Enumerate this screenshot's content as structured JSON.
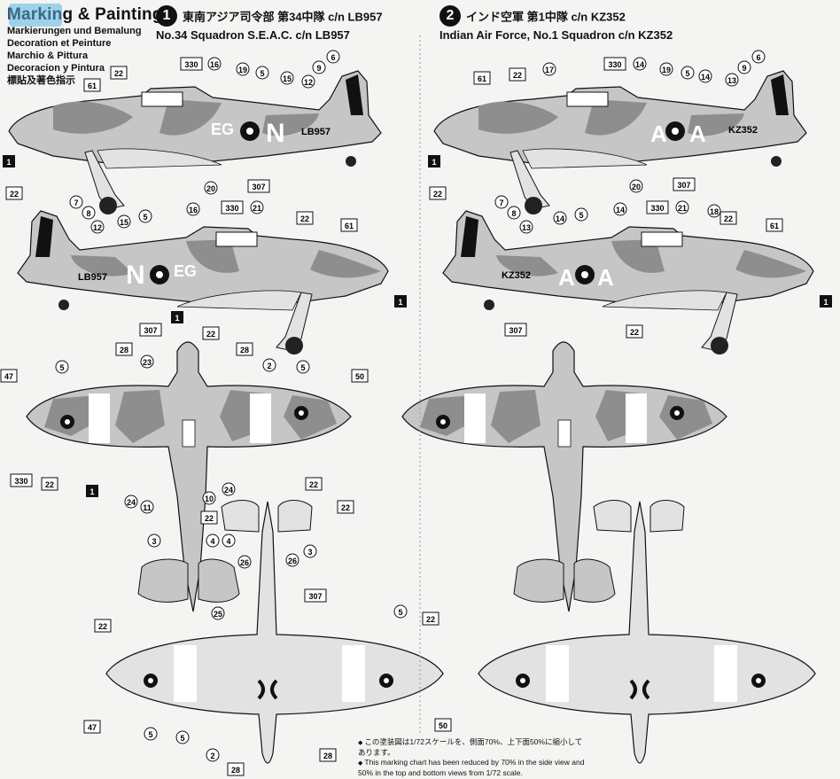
{
  "header": {
    "title": "Marking & Painting",
    "subtitle_lines": [
      "Markierungen und Bemalung",
      "Decoration et Peinture",
      "Marchio & Pittura",
      "Decoracion y Pintura",
      "標貼及著色指示"
    ]
  },
  "schemes": [
    {
      "number": "1",
      "title_jp": "東南アジア司令部 第34中隊 c/n LB957",
      "title_en": "No.34 Squadron S.E.A.C. c/n LB957",
      "code_left": "EG",
      "code_right": "N",
      "serial": "LB957"
    },
    {
      "number": "2",
      "title_jp": "インド空軍 第1中隊 c/n KZ352",
      "title_en": "Indian Air Force, No.1 Squadron c/n KZ352",
      "code_left": "A",
      "code_right": "A",
      "serial": "KZ352"
    }
  ],
  "notes": [
    "この塗装図は1/72スケールを、側面70%、上下面50%に縮小してあります。",
    "This marking chart has been reduced by 70% in the side view and 50% in the top and bottom views from 1/72 scale."
  ],
  "colors": {
    "dark_green": "#8e8e8e",
    "dark_earth": "#c6c6c6",
    "underside": "#e2e2e2",
    "ink": "#111111"
  },
  "refs_side1": [
    "330",
    "16",
    "19",
    "5",
    "15",
    "12",
    "9",
    "6",
    "22",
    "61",
    "1",
    "20",
    "307"
  ],
  "refs_side2": [
    "61",
    "22",
    "17",
    "330",
    "14",
    "19",
    "5",
    "14",
    "13",
    "9",
    "6",
    "1",
    "20",
    "307"
  ],
  "refs_side3": [
    "22",
    "7",
    "8",
    "12",
    "15",
    "5",
    "16",
    "330",
    "21",
    "22",
    "61",
    "1",
    "307",
    "22"
  ],
  "refs_side4": [
    "22",
    "7",
    "8",
    "13",
    "14",
    "5",
    "14",
    "330",
    "21",
    "18",
    "22",
    "61",
    "1",
    "307",
    "22"
  ],
  "refs_top": [
    "1",
    "28",
    "23",
    "28",
    "2",
    "47",
    "5",
    "5",
    "50",
    "330",
    "22",
    "1",
    "24",
    "11",
    "10",
    "24",
    "22",
    "22"
  ],
  "refs_tail": [
    "22",
    "3",
    "3",
    "4",
    "26",
    "26",
    "4"
  ],
  "refs_bottom": [
    "307",
    "1",
    "25",
    "22",
    "22",
    "5",
    "5",
    "50",
    "47",
    "5",
    "2",
    "28",
    "28",
    "1"
  ]
}
